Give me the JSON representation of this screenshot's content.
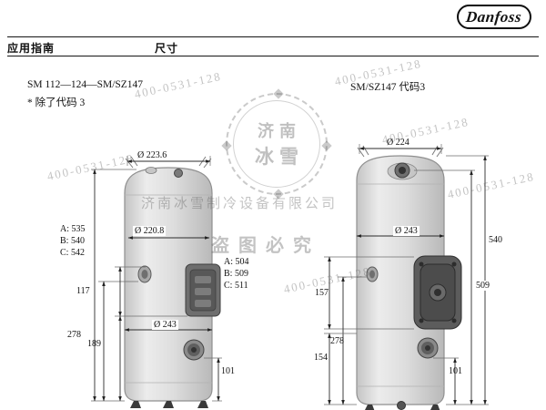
{
  "logo": {
    "text": "Danfoss"
  },
  "header": {
    "doc_type": "应用指南",
    "section": "尺寸"
  },
  "left_drawing": {
    "title": "SM 112—124—SM/SZ147",
    "note": "* 除了代码 3",
    "dims": {
      "top_diameter": "Ø 223.6",
      "shell_diameter": "Ø 220.8",
      "height_a": "A: 535",
      "height_b": "B: 540",
      "height_c": "C: 542",
      "dim_117": "117",
      "dim_278": "278",
      "dim_189": "189",
      "base_diameter": "Ø 243",
      "conn_a": "A: 504",
      "conn_b": "B: 509",
      "conn_c": "C: 511",
      "dim_101": "101"
    }
  },
  "right_drawing": {
    "title": "SM/SZ147 代码3",
    "dims": {
      "top_diameter": "Ø 224",
      "base_diameter": "Ø 243",
      "dim_157": "157",
      "dim_278": "278",
      "dim_154": "154",
      "dim_540": "540",
      "dim_509": "509",
      "dim_101": "101"
    }
  },
  "watermark": {
    "phone": "400-0531-128",
    "company": "济南冰雪制冷设备有限公司",
    "seal_top": "济南",
    "seal_bottom": "冰雪",
    "notice": "盗图必究"
  },
  "colors": {
    "ink": "#111111",
    "shell_light": "#e9e9e9",
    "shell_dark": "#bdbdbd",
    "fitting_dark": "#4a4a4a"
  }
}
